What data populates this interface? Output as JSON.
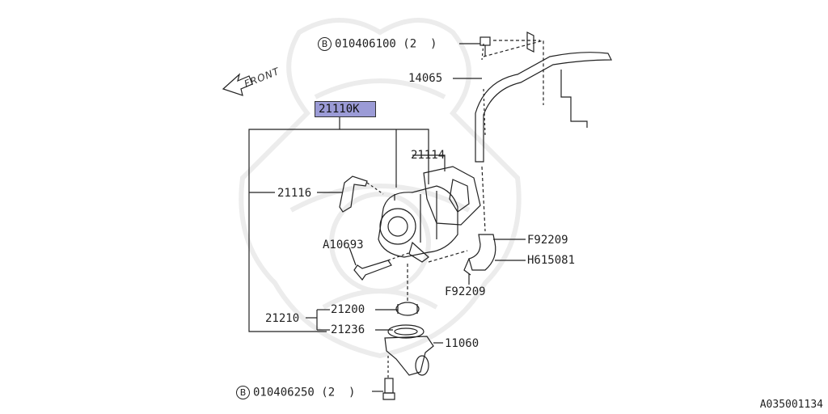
{
  "diagram": {
    "front_label": "FRONT",
    "highlighted_part": "21110K",
    "bolt_badge": "B",
    "bolt_top": "010406100 (2  )",
    "bolt_bottom": "010406250 (2  )",
    "parts": {
      "p14065": "14065",
      "p21114": "21114",
      "p21116": "21116",
      "pA10693": "A10693",
      "pF92209a": "F92209",
      "pH615081": "H615081",
      "pF92209b": "F92209",
      "p21200": "21200",
      "p21210": "21210",
      "p21236": "21236",
      "p11060": "11060"
    },
    "reference_code": "A035001134",
    "colors": {
      "highlight": "#9b9bd6",
      "line": "#222222",
      "watermark": "#ececec"
    }
  }
}
